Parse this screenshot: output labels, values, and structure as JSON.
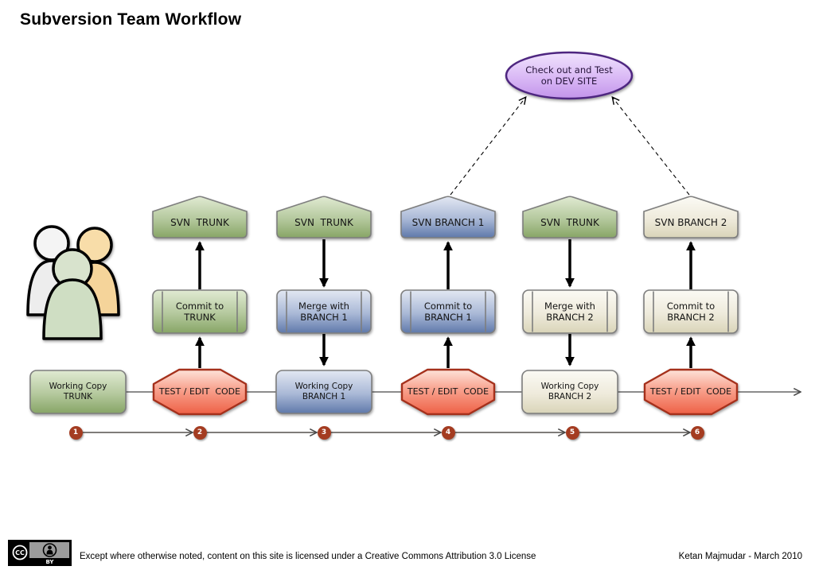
{
  "title": "Subversion Team Workflow",
  "dev_site": {
    "label": "Check out and Test\non DEV SITE"
  },
  "repositories": [
    {
      "label": "SVN  TRUNK",
      "theme": "green"
    },
    {
      "label": "SVN  TRUNK",
      "theme": "green"
    },
    {
      "label": "SVN BRANCH 1",
      "theme": "blue"
    },
    {
      "label": "SVN  TRUNK",
      "theme": "green"
    },
    {
      "label": "SVN BRANCH 2",
      "theme": "cream"
    }
  ],
  "actions": [
    {
      "label": "Commit to\nTRUNK",
      "theme": "green"
    },
    {
      "label": "Merge with\nBRANCH 1",
      "theme": "blue"
    },
    {
      "label": "Commit to\nBRANCH 1",
      "theme": "blue"
    },
    {
      "label": "Merge with\nBRANCH 2",
      "theme": "cream"
    },
    {
      "label": "Commit to\nBRANCH 2",
      "theme": "cream"
    }
  ],
  "workflow_row": [
    {
      "label": "Working Copy\nTRUNK",
      "shape": "rounded-rect",
      "theme": "green"
    },
    {
      "label": "TEST / EDIT  CODE",
      "shape": "octagon",
      "theme": "red"
    },
    {
      "label": "Working Copy\nBRANCH 1",
      "shape": "rounded-rect",
      "theme": "blue"
    },
    {
      "label": "TEST / EDIT  CODE",
      "shape": "octagon",
      "theme": "red"
    },
    {
      "label": "Working Copy\nBRANCH 2",
      "shape": "rounded-rect",
      "theme": "cream"
    },
    {
      "label": "TEST / EDIT  CODE",
      "shape": "octagon",
      "theme": "red"
    }
  ],
  "steps": [
    {
      "n": "1"
    },
    {
      "n": "2"
    },
    {
      "n": "3"
    },
    {
      "n": "4"
    },
    {
      "n": "5"
    },
    {
      "n": "6"
    }
  ],
  "footer": {
    "cc": "CC",
    "by": "BY",
    "license_text": "Except where otherwise noted, content on this site is licensed under a Creative Commons Attribution 3.0 License",
    "credit": "Ketan Majmudar - March 2010"
  },
  "colors": {
    "trunk_green": "#87a566",
    "branch1_blue": "#5f79aa",
    "branch2_cream": "#d9d4b8",
    "test_red": "#ee6146",
    "dev_site_purple": "#c294ea",
    "step_circle_red": "#a43c21"
  }
}
